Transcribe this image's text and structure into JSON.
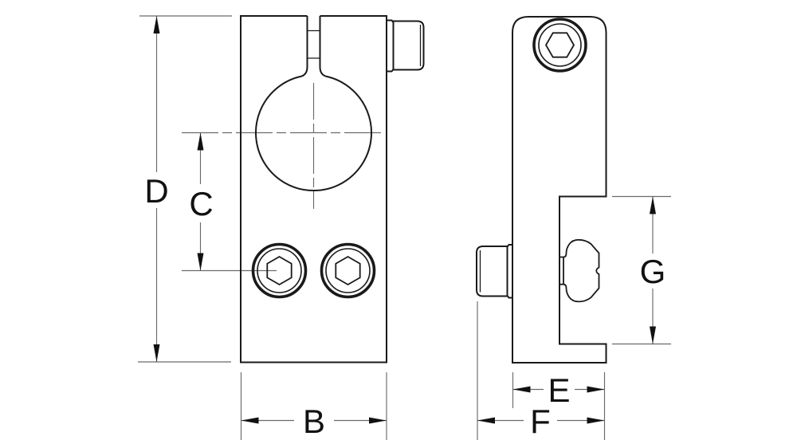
{
  "drawing": {
    "background": "#ffffff",
    "colors": {
      "outline": "#1a1a1a",
      "thin_line": "#6a6a6a",
      "arrow": "#111111",
      "label": "#111111"
    },
    "dimension_labels": {
      "d": "D",
      "c": "C",
      "b": "B",
      "e": "E",
      "f": "F",
      "g": "G"
    }
  }
}
